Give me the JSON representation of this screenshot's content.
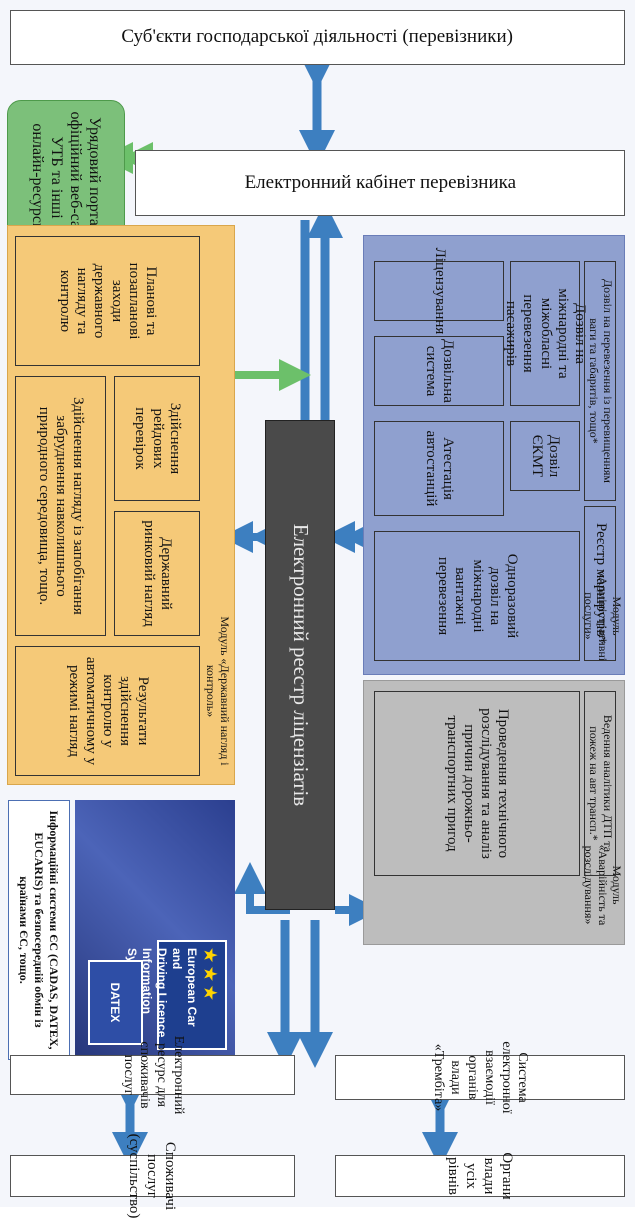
{
  "top_boxes": {
    "subjects": "Суб'єкти господарської діяльності (перевізники)",
    "cabinet": "Електронний кабінет перевізника",
    "portal": "Урядовий портал, офіційний веб-сайт УТБ та інші онлайн-ресурси"
  },
  "admin_module": {
    "title": "Модуль «Адміністративні послуги»",
    "licensing": "Ліцензування",
    "permit_system": "Дозвільна система",
    "intl_passenger": "Дозвіл на міжнародні та міжобласні перевезення пасажирів",
    "cemt": "Дозвіл ЄКМТ",
    "overweight": "Дозвіл на перевезення із перевищенням ваги та габаритів, тощо*",
    "attestation": "Атестація автостанцій",
    "single_permit": "Одноразовий дозвіл на міжнародні вантажні перевезення",
    "routes": "Реєстр маршрутів*"
  },
  "registry": {
    "label": "Електронний реєстр ліцензіатів"
  },
  "state_module": {
    "title": "Модуль «Державний нагляд і контроль»",
    "planned": "Планові та позапланові заходи державного нагляду та контролю",
    "raid": "Здійснення рейдових перевірок",
    "market": "Державний ринковий нагляд",
    "environment": "Здійснення нагляду із запобігання забруднення навколишнього природного середовища, тощо.",
    "automatic": "Результати здійснення контролю у автоматичному у режимі нагляд"
  },
  "accident_module": {
    "title": "Модуль «Аварійність та розслідування»",
    "investigation": "Проведення технічного розслідування та аналіз причин дорожньо-транспортних пригод",
    "analytics": "Ведення аналітики ДТП та пожеж на авт трансп.*"
  },
  "eu_section": {
    "eucaris_line1": "European Car and",
    "eucaris_line2": "Driving Licence",
    "eucaris_line3": "Information System",
    "datex_label": "DATEX",
    "note": "Інформаційні системи ЄС (CADAS, DATEX, EUCARIS) та безпосередній обмін із країнами ЄС, тощо."
  },
  "right_side": {
    "trembita": "Система електронної взаємодії органів влади «Трембіта»",
    "authorities": "Органи влади усіх рівнів",
    "resource": "Електронний ресурс для споживачів послуг",
    "consumers": "Споживачі послуг (суспільство)"
  },
  "colors": {
    "arrow_blue": "#3d7fc0",
    "arrow_green": "#6cc06a",
    "admin_fill": "#8fa0cf",
    "accident_fill": "#bdbdbd",
    "state_fill": "#f5c978",
    "registry_fill": "#4a4a4a",
    "portal_fill": "#7cc07a"
  }
}
